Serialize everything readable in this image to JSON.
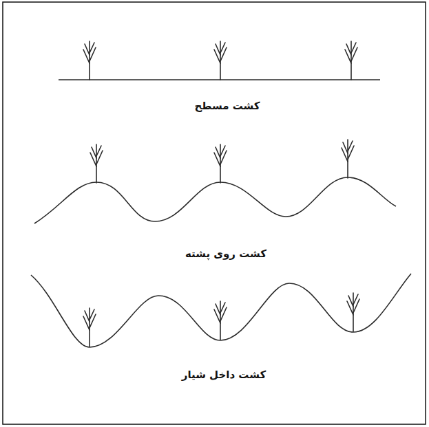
{
  "diagram": {
    "labels": [
      "کشت مسطح",
      "کشت روی پشته",
      "کشت داخل شیار"
    ]
  }
}
